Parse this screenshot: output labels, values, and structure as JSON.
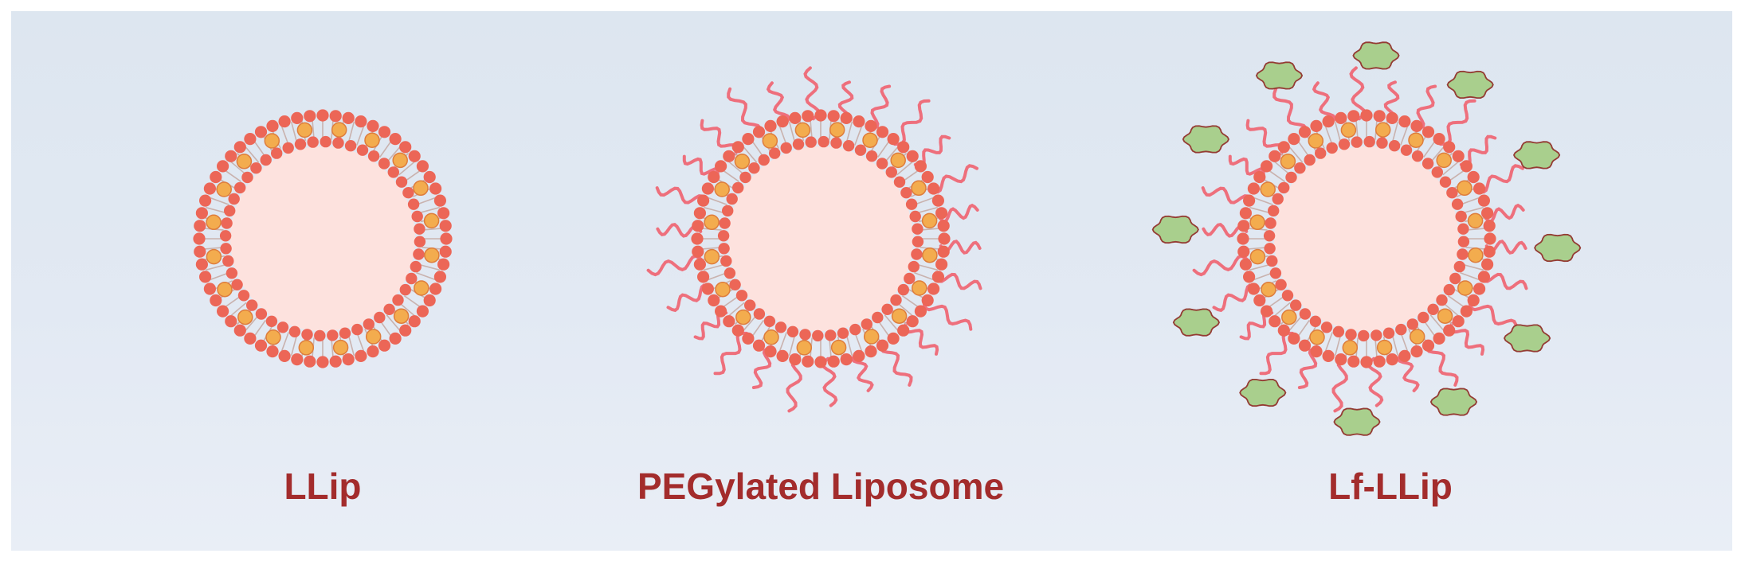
{
  "colors": {
    "head": "#ec6657",
    "tail": "#c9b2ae",
    "cholesterol": "#f3ac4e",
    "cholesterol_edge": "#de7d3c",
    "core": "#fde2de",
    "peg": "#ee6f7c",
    "lactoferrin": "#a9cf8d",
    "lactoferrin_edge": "#943b33",
    "label": "#a32c2c"
  },
  "liposomes": [
    {
      "id": "llip",
      "label": "LLip",
      "peg": false,
      "lactoferrin": false
    },
    {
      "id": "pegylated-liposome",
      "label": "PEGylated Liposome",
      "peg": true,
      "lactoferrin": false
    },
    {
      "id": "lf-llip",
      "label": "Lf-LLip",
      "peg": true,
      "lactoferrin": true
    }
  ]
}
